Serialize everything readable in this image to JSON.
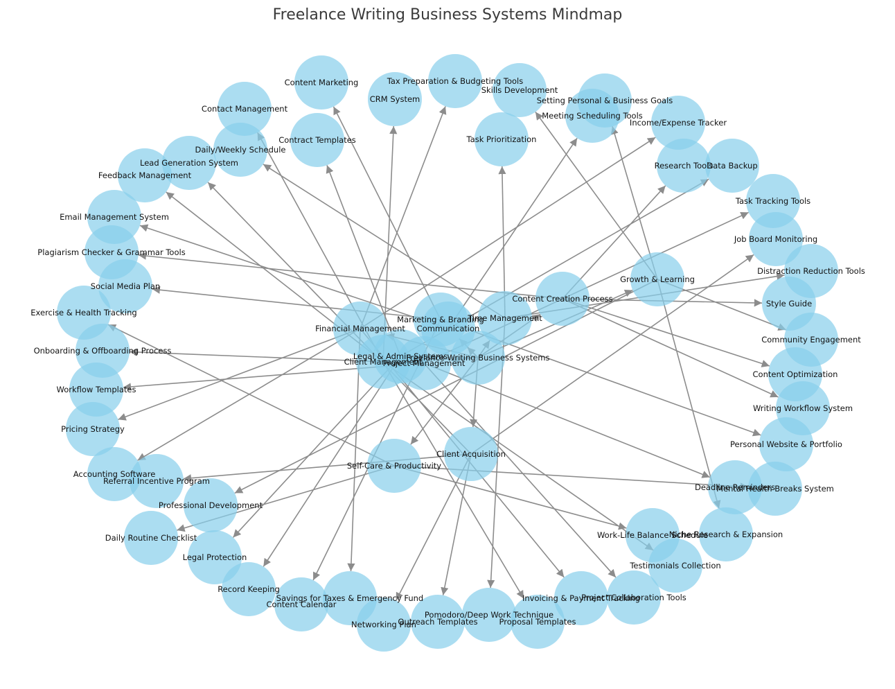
{
  "title": "Freelance Writing Business Systems Mindmap",
  "colors": {
    "node": "#87ceeb",
    "edge": "#8c8c8c",
    "label": "#111111",
    "title": "#3a3a3a"
  },
  "nodes": [
    {
      "id": "root",
      "label": "Freelance Writing Business Systems"
    },
    {
      "id": "client_mgmt",
      "label": "Client Management"
    },
    {
      "id": "project_mgmt",
      "label": "Project Management"
    },
    {
      "id": "financial",
      "label": "Financial Management"
    },
    {
      "id": "marketing",
      "label": "Marketing & Branding"
    },
    {
      "id": "content_process",
      "label": "Content Creation Process"
    },
    {
      "id": "time_mgmt",
      "label": "Time Management"
    },
    {
      "id": "legal",
      "label": "Legal & Admin Systems"
    },
    {
      "id": "communication",
      "label": "Communication"
    },
    {
      "id": "growth",
      "label": "Growth & Learning"
    },
    {
      "id": "selfcare",
      "label": "Self-Care & Productivity"
    },
    {
      "id": "acquisition",
      "label": "Client Acquisition"
    },
    {
      "id": "content_marketing",
      "label": "Content Marketing"
    },
    {
      "id": "tax_prep",
      "label": "Tax Preparation & Budgeting Tools"
    },
    {
      "id": "crm",
      "label": "CRM System"
    },
    {
      "id": "skills",
      "label": "Skills Development"
    },
    {
      "id": "goals",
      "label": "Setting Personal & Business Goals"
    },
    {
      "id": "meeting",
      "label": "Meeting Scheduling Tools"
    },
    {
      "id": "contact",
      "label": "Contact Management"
    },
    {
      "id": "income",
      "label": "Income/Expense Tracker"
    },
    {
      "id": "contract",
      "label": "Contract Templates"
    },
    {
      "id": "task_prio",
      "label": "Task Prioritization"
    },
    {
      "id": "daily_weekly",
      "label": "Daily/Weekly Schedule"
    },
    {
      "id": "lead_gen",
      "label": "Lead Generation System"
    },
    {
      "id": "research",
      "label": "Research Tools"
    },
    {
      "id": "backup",
      "label": "Data Backup"
    },
    {
      "id": "feedback",
      "label": "Feedback Management"
    },
    {
      "id": "task_track",
      "label": "Task Tracking Tools"
    },
    {
      "id": "email",
      "label": "Email Management System"
    },
    {
      "id": "job_board",
      "label": "Job Board Monitoring"
    },
    {
      "id": "plagiarism",
      "label": "Plagiarism Checker & Grammar Tools"
    },
    {
      "id": "distraction",
      "label": "Distraction Reduction Tools"
    },
    {
      "id": "social",
      "label": "Social Media Plan"
    },
    {
      "id": "style",
      "label": "Style Guide"
    },
    {
      "id": "exercise",
      "label": "Exercise & Health Tracking"
    },
    {
      "id": "community",
      "label": "Community Engagement"
    },
    {
      "id": "onboarding",
      "label": "Onboarding & Offboarding Process"
    },
    {
      "id": "content_opt",
      "label": "Content Optimization"
    },
    {
      "id": "workflow_tpl",
      "label": "Workflow Templates"
    },
    {
      "id": "writing_wf",
      "label": "Writing Workflow System"
    },
    {
      "id": "pricing",
      "label": "Pricing Strategy"
    },
    {
      "id": "website",
      "label": "Personal Website & Portfolio"
    },
    {
      "id": "accounting",
      "label": "Accounting Software"
    },
    {
      "id": "referral",
      "label": "Referral Incentive Program"
    },
    {
      "id": "deadline",
      "label": "Deadline Reminders"
    },
    {
      "id": "mental",
      "label": "Mental Health Breaks System"
    },
    {
      "id": "prof_dev",
      "label": "Professional Development"
    },
    {
      "id": "daily_routine",
      "label": "Daily Routine Checklist"
    },
    {
      "id": "wlb",
      "label": "Work-Life Balance Schedule"
    },
    {
      "id": "niche",
      "label": "Niche Research & Expansion"
    },
    {
      "id": "legal_prot",
      "label": "Legal Protection"
    },
    {
      "id": "testimonials",
      "label": "Testimonials Collection"
    },
    {
      "id": "record",
      "label": "Record Keeping"
    },
    {
      "id": "savings",
      "label": "Savings for Taxes & Emergency Fund"
    },
    {
      "id": "content_cal",
      "label": "Content Calendar"
    },
    {
      "id": "invoicing",
      "label": "Invoicing & Payment Tracking"
    },
    {
      "id": "collab",
      "label": "Project Collaboration Tools"
    },
    {
      "id": "pomodoro",
      "label": "Pomodoro/Deep Work Technique"
    },
    {
      "id": "networking",
      "label": "Networking Plan"
    },
    {
      "id": "outreach",
      "label": "Outreach Templates"
    },
    {
      "id": "proposal",
      "label": "Proposal Templates"
    }
  ],
  "edges": [
    [
      "root",
      "client_mgmt"
    ],
    [
      "root",
      "project_mgmt"
    ],
    [
      "root",
      "financial"
    ],
    [
      "root",
      "marketing"
    ],
    [
      "root",
      "content_process"
    ],
    [
      "root",
      "time_mgmt"
    ],
    [
      "root",
      "legal"
    ],
    [
      "root",
      "communication"
    ],
    [
      "root",
      "growth"
    ],
    [
      "root",
      "selfcare"
    ],
    [
      "root",
      "acquisition"
    ],
    [
      "client_mgmt",
      "crm"
    ],
    [
      "client_mgmt",
      "contact"
    ],
    [
      "client_mgmt",
      "feedback"
    ],
    [
      "client_mgmt",
      "onboarding"
    ],
    [
      "client_mgmt",
      "testimonials"
    ],
    [
      "client_mgmt",
      "proposal"
    ],
    [
      "project_mgmt",
      "task_track"
    ],
    [
      "project_mgmt",
      "workflow_tpl"
    ],
    [
      "project_mgmt",
      "deadline"
    ],
    [
      "project_mgmt",
      "collab"
    ],
    [
      "financial",
      "tax_prep"
    ],
    [
      "financial",
      "income"
    ],
    [
      "financial",
      "accounting"
    ],
    [
      "financial",
      "pricing"
    ],
    [
      "financial",
      "savings"
    ],
    [
      "financial",
      "invoicing"
    ],
    [
      "marketing",
      "content_marketing"
    ],
    [
      "marketing",
      "social"
    ],
    [
      "marketing",
      "website"
    ],
    [
      "marketing",
      "content_cal"
    ],
    [
      "content_process",
      "research"
    ],
    [
      "content_process",
      "plagiarism"
    ],
    [
      "content_process",
      "style"
    ],
    [
      "content_process",
      "content_opt"
    ],
    [
      "content_process",
      "writing_wf"
    ],
    [
      "time_mgmt",
      "task_prio"
    ],
    [
      "time_mgmt",
      "daily_weekly"
    ],
    [
      "time_mgmt",
      "pomodoro"
    ],
    [
      "time_mgmt",
      "distraction"
    ],
    [
      "legal",
      "contract"
    ],
    [
      "legal",
      "backup"
    ],
    [
      "legal",
      "legal_prot"
    ],
    [
      "legal",
      "record"
    ],
    [
      "communication",
      "meeting"
    ],
    [
      "communication",
      "email"
    ],
    [
      "growth",
      "skills"
    ],
    [
      "growth",
      "goals"
    ],
    [
      "growth",
      "community"
    ],
    [
      "growth",
      "prof_dev"
    ],
    [
      "growth",
      "niche"
    ],
    [
      "selfcare",
      "exercise"
    ],
    [
      "selfcare",
      "mental"
    ],
    [
      "selfcare",
      "daily_routine"
    ],
    [
      "selfcare",
      "wlb"
    ],
    [
      "acquisition",
      "lead_gen"
    ],
    [
      "acquisition",
      "job_board"
    ],
    [
      "acquisition",
      "networking"
    ],
    [
      "acquisition",
      "outreach"
    ],
    [
      "acquisition",
      "referral"
    ]
  ]
}
